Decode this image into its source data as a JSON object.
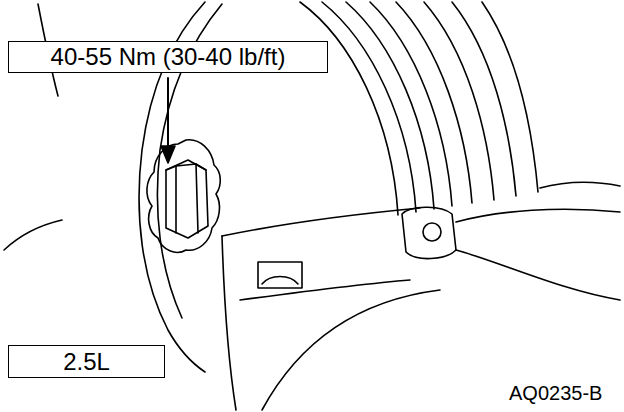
{
  "diagram": {
    "nodes": [
      {
        "text": [
          "40-55 Nm (30-40 lb/ft)"
        ]
      },
      {
        "text": [
          "2.5L"
        ]
      }
    ],
    "labels": [
      "AQ0235-B"
    ]
  }
}
